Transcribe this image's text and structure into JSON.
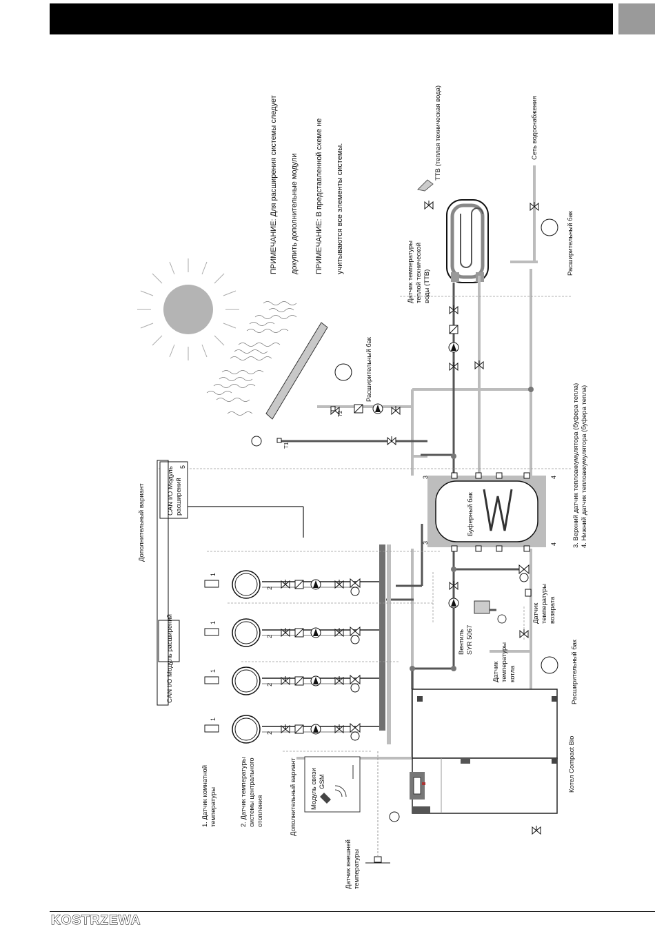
{
  "page": {
    "logo_text": "KOSTRZEWA"
  },
  "notes": {
    "note1_line1": "ПРИМЕЧАНИЕ: Для расширения системы следует",
    "note1_line2": "докупить дополнительные модули",
    "note2_line1": "ПРИМЕЧАНИЕ: В представленной схеме не",
    "note2_line2": "учитываются все элементы системы."
  },
  "labels": {
    "dhw_top": "ТТВ (теплая техническая вода)",
    "water_supply": "Сеть водоснабжения",
    "dhw_sensor_l1": "Датчик температуры",
    "dhw_sensor_l2": "теплой технической",
    "dhw_sensor_l3": "воды (ТТВ)",
    "exp_tank_dhw": "Расширительный бак",
    "exp_tank_solar": "Расширительный бак",
    "exp_tank_boiler": "Расширительный бак",
    "buffer_top_sensor": "3. Верхний датчик теплоаккумулятора (буфера тепла)",
    "buffer_bottom_sensor": "4. Нижний датчик теплоаккумулятора (буфера тепла)",
    "buffer_tank": "Буферный бак",
    "return_sensor_l1": "Датчик",
    "return_sensor_l2": "температуры",
    "return_sensor_l3": "возврата",
    "valve_l1": "Вентиль",
    "valve_l2": "SYR 5067",
    "boiler_sensor_l1": "Датчик",
    "boiler_sensor_l2": "температуры",
    "boiler_sensor_l3": "котла",
    "boiler": "Котел Compact Bio",
    "optional_top": "Дополнительный вариант",
    "optional_left": "Дополнительный вариант",
    "can_module_top_l1": "CAN I/O Модуль",
    "can_module_top_l2": "расширений",
    "can_module_mid": "CAN I/O Модуль расширений",
    "room_sensor_l1": "1. Датчик комнатной",
    "room_sensor_l2": "температуры",
    "ch_sensor_l1": "2. Датчик температуры",
    "ch_sensor_l2": "системы центрального",
    "ch_sensor_l3": "отопления",
    "outdoor_sensor_l1": "Датчик внешней",
    "outdoor_sensor_l2": "температуры",
    "gsm_l1": "Модуль связи",
    "gsm_l2": "GSM",
    "t1": "T1",
    "t2": "T2",
    "n1": "1",
    "n2": "2",
    "n3": "3",
    "n4": "4",
    "n5": "5",
    "m": "M"
  }
}
